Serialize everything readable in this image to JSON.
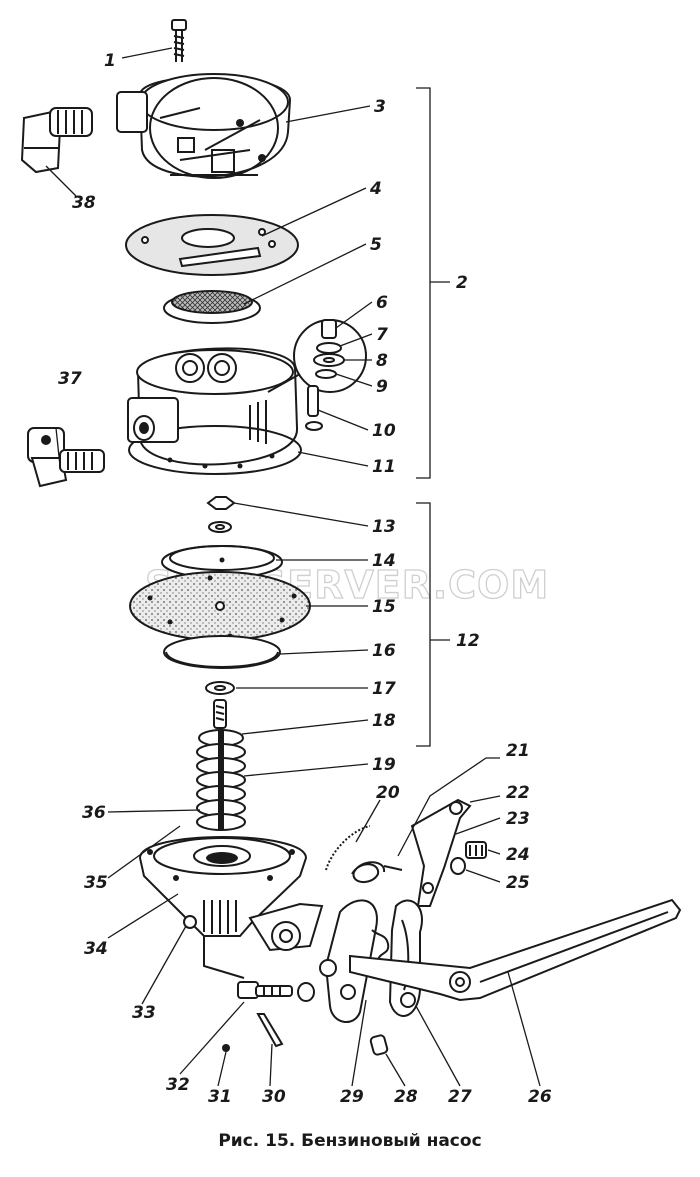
{
  "caption": "Рис. 15. Бензиновый насос",
  "watermark": "SPECSERVER.COM",
  "callouts": [
    "1",
    "2",
    "3",
    "4",
    "5",
    "6",
    "7",
    "8",
    "9",
    "10",
    "11",
    "12",
    "13",
    "14",
    "15",
    "16",
    "17",
    "18",
    "19",
    "20",
    "21",
    "22",
    "23",
    "24",
    "25",
    "26",
    "27",
    "28",
    "29",
    "30",
    "31",
    "32",
    "33",
    "34",
    "35",
    "36",
    "37",
    "38"
  ]
}
